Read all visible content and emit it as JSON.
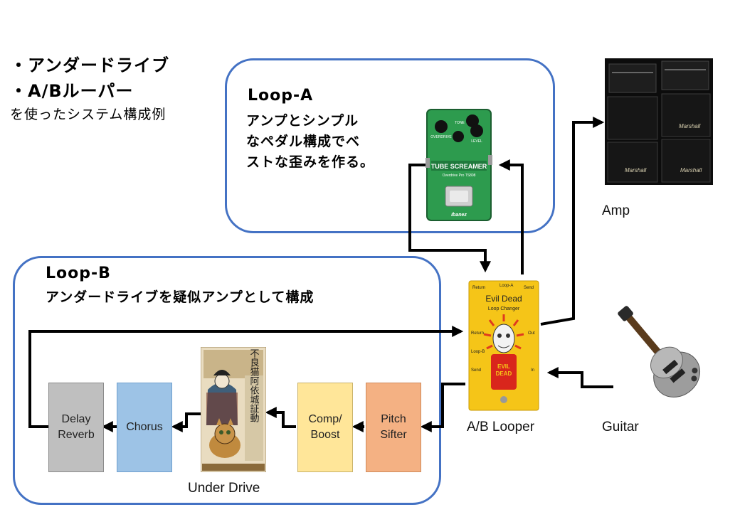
{
  "intro": {
    "line1": "・アンダードライブ",
    "line2": "・A/Bルーパー",
    "line3": "を使ったシステム構成例"
  },
  "loop_a": {
    "title": "Loop-A",
    "desc1": "アンプとシンプル",
    "desc2": "なペダル構成でベ",
    "desc3": "ストな歪みを作る。"
  },
  "loop_b": {
    "title": "Loop-B",
    "desc": "アンダードライブを疑似アンプとして構成"
  },
  "tube_screamer": {
    "name": "TUBE SCREAMER",
    "model": "Overdrive Pro  TS808",
    "brand": "Ibanez",
    "knob_overdrive": "OVERDRIVE",
    "knob_tone": "TONE",
    "knob_level": "LEVEL"
  },
  "looper": {
    "return_a": "Return",
    "loop_a": "Loop-A",
    "send_a": "Send",
    "name": "Evil Dead",
    "subtitle": "Loop Changer",
    "return_b": "Return",
    "out": "Out",
    "loop_b": "Loop-B",
    "send_b": "Send",
    "in": "In",
    "shirt_text1": "EVIL",
    "shirt_text2": "DEAD"
  },
  "under_drive_art": {
    "glyphs": "不良猫阿依城証動"
  },
  "labels": {
    "amp": "Amp",
    "guitar": "Guitar",
    "ab_looper": "A/B Looper",
    "under_drive": "Under Drive"
  },
  "effects": {
    "delay_reverb_1": "Delay",
    "delay_reverb_2": "Reverb",
    "chorus": "Chorus",
    "comp_boost_1": "Comp/",
    "comp_boost_2": "Boost",
    "pitch_sifter_1": "Pitch",
    "pitch_sifter_2": "Sifter"
  },
  "amp_badge": "Marshall",
  "colors": {
    "loop_border": "#4472c4",
    "delay_fill": "#bfbfbf",
    "chorus_fill": "#9dc3e6",
    "comp_fill": "#ffe699",
    "pitch_fill": "#f4b183",
    "pedal_green": "#2d9b4e",
    "looper_yellow": "#f5c518"
  }
}
